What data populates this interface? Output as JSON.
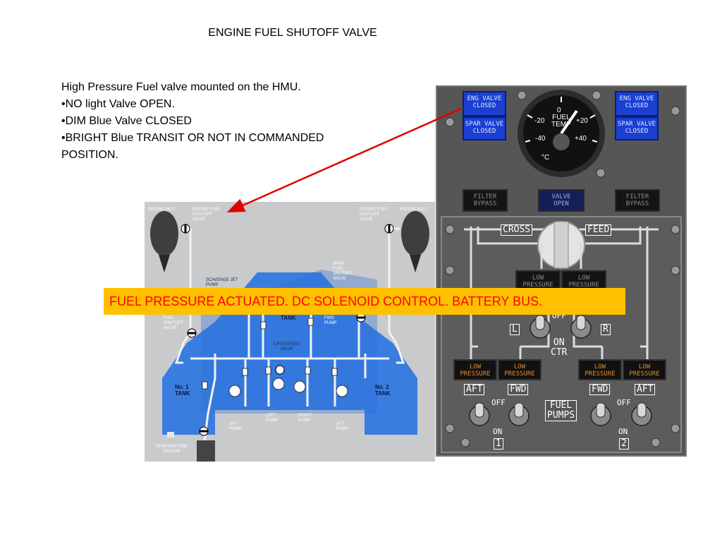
{
  "title": "ENGINE FUEL SHUTOFF VALVE",
  "description": {
    "line1": "High Pressure Fuel valve mounted on the HMU.",
    "bullets": [
      "•NO light Valve OPEN.",
      "•DIM Blue Valve CLOSED",
      "•BRIGHT Blue TRANSIT OR NOT IN COMMANDED",
      "POSITION."
    ]
  },
  "banner": "FUEL PRESSURE ACTUATED. DC SOLENOID CONTROL.  BATTERY BUS.",
  "colors": {
    "banner_bg": "#ffc000",
    "banner_text": "#ff0000",
    "arrow": "#e00000",
    "annunciator_blue": "#1a3fd1",
    "tank_blue": "#3a7de0"
  },
  "schematic": {
    "engine_no1": "ENGINE NO.1",
    "engine_fuel_shutoff_left": "ENGINE FUEL\nSHUTOFF\nVALVE",
    "engine_fuel_shutoff_right": "ENGINE FUEL\nSHUTOFF\nVALVE",
    "engine_no2": "ENGINE NO.2",
    "spar_valve_right": "SPAR\nFUEL\nSHUTOFF\nVALVE",
    "scavenge": "SCAVENGE JET\nPUMP",
    "spar_valve_left": "FUEL\nSHUTOFF\nVALVE",
    "center_tank": "TANK",
    "fwd_pump": "FWD\nPUMP",
    "crossfeed": "CROSSFEED\nVALVE",
    "tank1": "No. 1\nTANK",
    "tank2": "No. 2\nTANK",
    "aft_pump_left": "AFT\nPUMP",
    "left_pump": "LEFT\nPUMP",
    "right_pump": "RIGHT\nPUMP",
    "aft_pump_right": "AFT\nPUMP",
    "temp_sensor": "TEMPERATURE\nSENSOR"
  },
  "panel": {
    "eng_valve_closed_left": "ENG VALVE\nCLOSED",
    "spar_valve_closed_left": "SPAR VALVE\nCLOSED",
    "eng_valve_closed_right": "ENG VALVE\nCLOSED",
    "spar_valve_closed_right": "SPAR VALVE\nCLOSED",
    "gauge": {
      "label": "FUEL\nTEMP",
      "ticks": [
        "0",
        "-20",
        "+20",
        "-40",
        "+40"
      ],
      "unit": "°C"
    },
    "filter_bypass_left": "FILTER\nBYPASS",
    "valve_open": "VALVE\nOPEN",
    "filter_bypass_right": "FILTER\nBYPASS",
    "cross": "CROSS",
    "feed": "FEED",
    "low_pressure_ctr_left": "LOW\nPRESSURE",
    "low_pressure_ctr_right": "LOW\nPRESSURE",
    "off_ctr": "OFF",
    "l": "L",
    "r": "R",
    "on_ctr": "ON\nCTR",
    "low_pressure_1_aft": "LOW\nPRESSURE",
    "low_pressure_1_fwd": "LOW\nPRESSURE",
    "low_pressure_2_fwd": "LOW\nPRESSURE",
    "low_pressure_2_aft": "LOW\nPRESSURE",
    "aft_1": "AFT",
    "fwd_1": "FWD",
    "off_1": "OFF",
    "fuel_pumps": "FUEL\nPUMPS",
    "fwd_2": "FWD",
    "off_2": "OFF",
    "aft_2": "AFT",
    "on_1": "ON",
    "num_1": "1",
    "on_2": "ON",
    "num_2": "2"
  }
}
